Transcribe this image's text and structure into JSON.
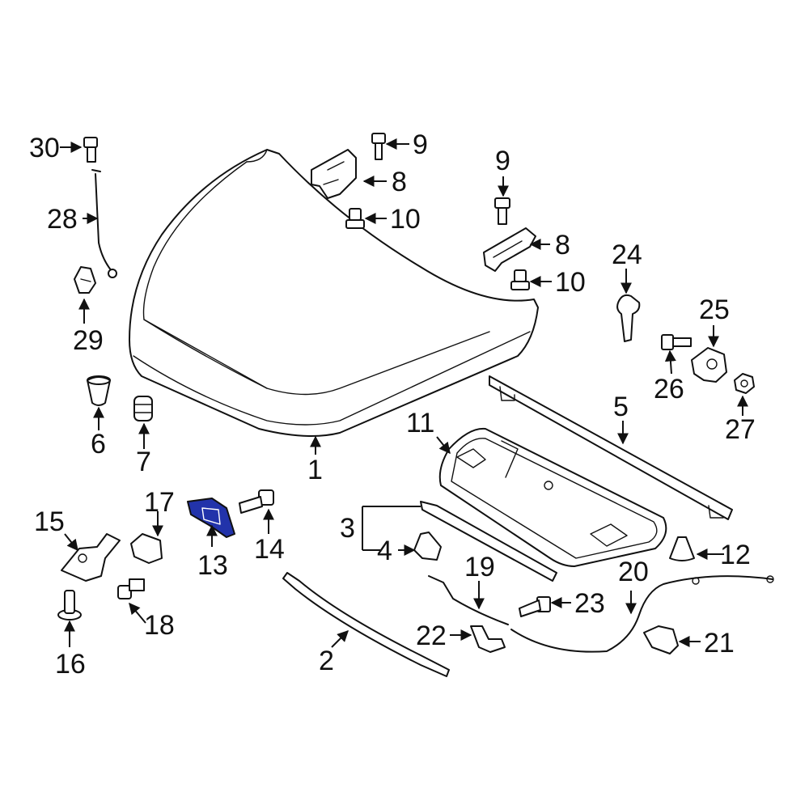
{
  "highlight_color": "#2233aa",
  "callouts": {
    "c1": "1",
    "c2": "2",
    "c3": "3",
    "c4": "4",
    "c5": "5",
    "c6": "6",
    "c7": "7",
    "c8a": "8",
    "c8b": "8",
    "c9a": "9",
    "c9b": "9",
    "c10a": "10",
    "c10b": "10",
    "c11": "11",
    "c12": "12",
    "c13": "13",
    "c14": "14",
    "c15": "15",
    "c16": "16",
    "c17": "17",
    "c18": "18",
    "c19": "19",
    "c20": "20",
    "c21": "21",
    "c22": "22",
    "c23": "23",
    "c24": "24",
    "c25": "25",
    "c26": "26",
    "c27": "27",
    "c28": "28",
    "c29": "29",
    "c30": "30"
  }
}
